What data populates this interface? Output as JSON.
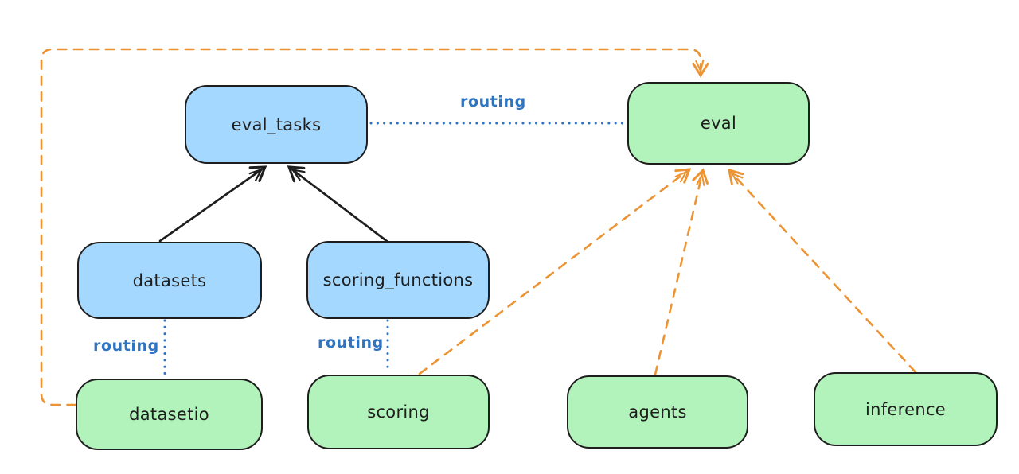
{
  "diagram": {
    "type": "architecture-diagram",
    "colors": {
      "node_border": "#1e1e1e",
      "blue_node_fill": "#a5d8ff",
      "green_node_fill": "#b2f2bb",
      "routing_line_blue": "#2f74c0",
      "provider_arrow_orange": "#ec9434",
      "registry_arrow_black": "#1e1e1e",
      "background": "#ffffff"
    },
    "nodes": [
      {
        "id": "eval_tasks",
        "label": "eval_tasks",
        "fill": "blue"
      },
      {
        "id": "eval",
        "label": "eval",
        "fill": "green"
      },
      {
        "id": "datasets",
        "label": "datasets",
        "fill": "blue"
      },
      {
        "id": "scoring_functions",
        "label": "scoring_functions",
        "fill": "blue"
      },
      {
        "id": "datasetio",
        "label": "datasetio",
        "fill": "green"
      },
      {
        "id": "scoring",
        "label": "scoring",
        "fill": "green"
      },
      {
        "id": "agents",
        "label": "agents",
        "fill": "green"
      },
      {
        "id": "inference",
        "label": "inference",
        "fill": "green"
      }
    ],
    "edge_labels": [
      {
        "text": "routing"
      },
      {
        "text": "routing"
      },
      {
        "text": "routing"
      }
    ],
    "edges": [
      {
        "from": "datasets",
        "to": "eval_tasks",
        "style": "solid-black-arrow"
      },
      {
        "from": "scoring_functions",
        "to": "eval_tasks",
        "style": "solid-black-arrow"
      },
      {
        "from": "eval_tasks",
        "to": "eval",
        "style": "dotted-blue",
        "label": "routing"
      },
      {
        "from": "datasets",
        "to": "datasetio",
        "style": "dotted-blue",
        "label": "routing"
      },
      {
        "from": "scoring_functions",
        "to": "scoring",
        "style": "dotted-blue",
        "label": "routing"
      },
      {
        "from": "datasetio",
        "to": "eval",
        "style": "dashed-orange-arrow",
        "path": "around-left-and-top"
      },
      {
        "from": "scoring",
        "to": "eval",
        "style": "dashed-orange-arrow"
      },
      {
        "from": "agents",
        "to": "eval",
        "style": "dashed-orange-arrow"
      },
      {
        "from": "inference",
        "to": "eval",
        "style": "dashed-orange-arrow"
      }
    ]
  }
}
